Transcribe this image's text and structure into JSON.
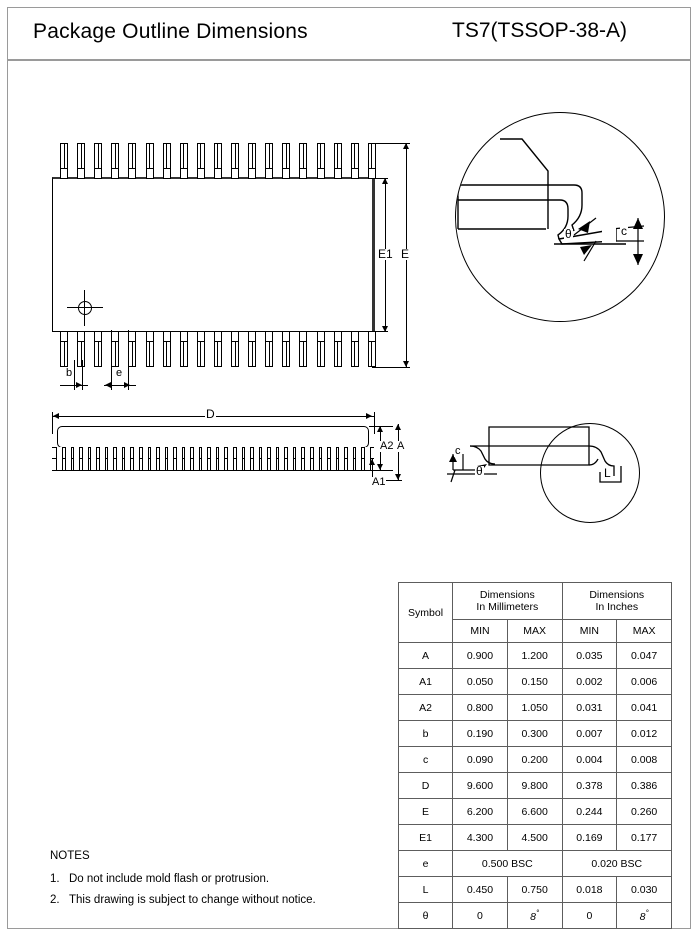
{
  "header": {
    "title": "Package Outline Dimensions",
    "package": "TS7(TSSOP-38-A)"
  },
  "drawing": {
    "top_view": {
      "pins_per_side": 19,
      "labels": {
        "E": "E",
        "E1": "E1",
        "b": "b",
        "e": "e"
      }
    },
    "side_view": {
      "labels": {
        "D": "D",
        "A": "A",
        "A1": "A1",
        "A2": "A2"
      }
    },
    "detail_lead": {
      "labels": {
        "theta": "θ",
        "c": "c"
      }
    },
    "detail_bottom": {
      "labels": {
        "c": "c",
        "theta": "θ",
        "L": "L"
      }
    }
  },
  "table": {
    "headers": {
      "symbol": "Symbol",
      "millimeters_line1": "Dimensions",
      "millimeters_line2": "In Millimeters",
      "inches_line1": "Dimensions",
      "inches_line2": "In Inches",
      "min": "MIN",
      "max": "MAX"
    },
    "rows": [
      {
        "symbol": "A",
        "mm_min": "0.900",
        "mm_max": "1.200",
        "in_min": "0.035",
        "in_max": "0.047"
      },
      {
        "symbol": "A1",
        "mm_min": "0.050",
        "mm_max": "0.150",
        "in_min": "0.002",
        "in_max": "0.006"
      },
      {
        "symbol": "A2",
        "mm_min": "0.800",
        "mm_max": "1.050",
        "in_min": "0.031",
        "in_max": "0.041"
      },
      {
        "symbol": "b",
        "mm_min": "0.190",
        "mm_max": "0.300",
        "in_min": "0.007",
        "in_max": "0.012"
      },
      {
        "symbol": "c",
        "mm_min": "0.090",
        "mm_max": "0.200",
        "in_min": "0.004",
        "in_max": "0.008"
      },
      {
        "symbol": "D",
        "mm_min": "9.600",
        "mm_max": "9.800",
        "in_min": "0.378",
        "in_max": "0.386"
      },
      {
        "symbol": "E",
        "mm_min": "6.200",
        "mm_max": "6.600",
        "in_min": "0.244",
        "in_max": "0.260"
      },
      {
        "symbol": "E1",
        "mm_min": "4.300",
        "mm_max": "4.500",
        "in_min": "0.169",
        "in_max": "0.177"
      },
      {
        "symbol": "e",
        "mm_span": "0.500 BSC",
        "in_span": "0.020 BSC"
      },
      {
        "symbol": "L",
        "mm_min": "0.450",
        "mm_max": "0.750",
        "in_min": "0.018",
        "in_max": "0.030"
      },
      {
        "symbol": "θ",
        "mm_min": "0",
        "mm_max": "8°",
        "in_min": "0",
        "in_max": "8°"
      }
    ]
  },
  "notes": {
    "title": "NOTES",
    "items": [
      {
        "num": "1.",
        "text": "Do not include mold flash or protrusion."
      },
      {
        "num": "2.",
        "text": "This drawing is subject to change without notice."
      }
    ]
  },
  "colors": {
    "frame": "#9a9a9a",
    "line": "#000000",
    "table_border": "#5d5d5d"
  }
}
